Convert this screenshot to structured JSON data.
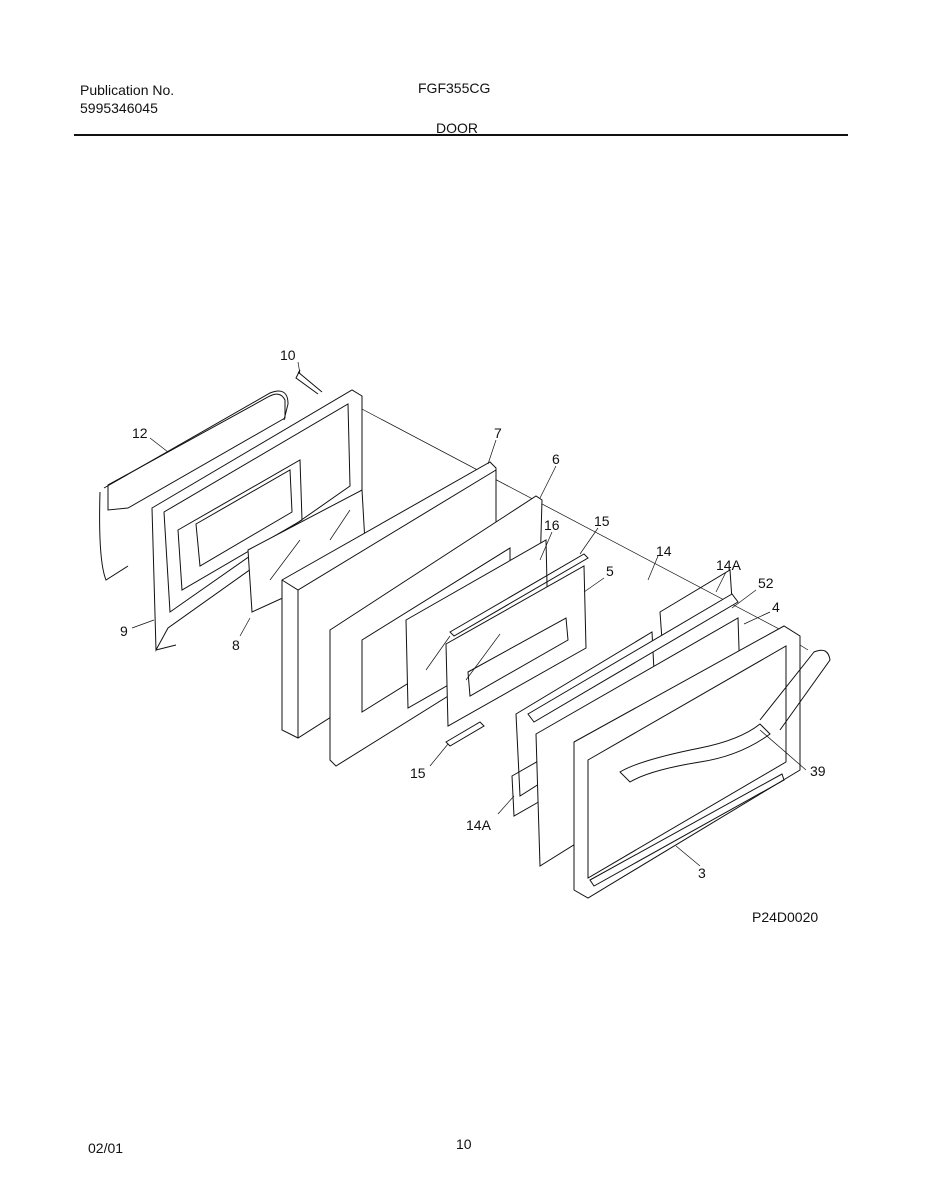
{
  "header": {
    "publication_label": "Publication No.",
    "publication_number": "5995346045",
    "model": "FGF355CG",
    "section": "DOOR"
  },
  "diagram": {
    "drawing_id": "P24D0020",
    "callouts": [
      "10",
      "12",
      "7",
      "6",
      "16",
      "15",
      "5",
      "14",
      "14A",
      "52",
      "4",
      "9",
      "8",
      "15",
      "14A",
      "39",
      "3"
    ]
  },
  "footer": {
    "date": "02/01",
    "page": "10"
  }
}
